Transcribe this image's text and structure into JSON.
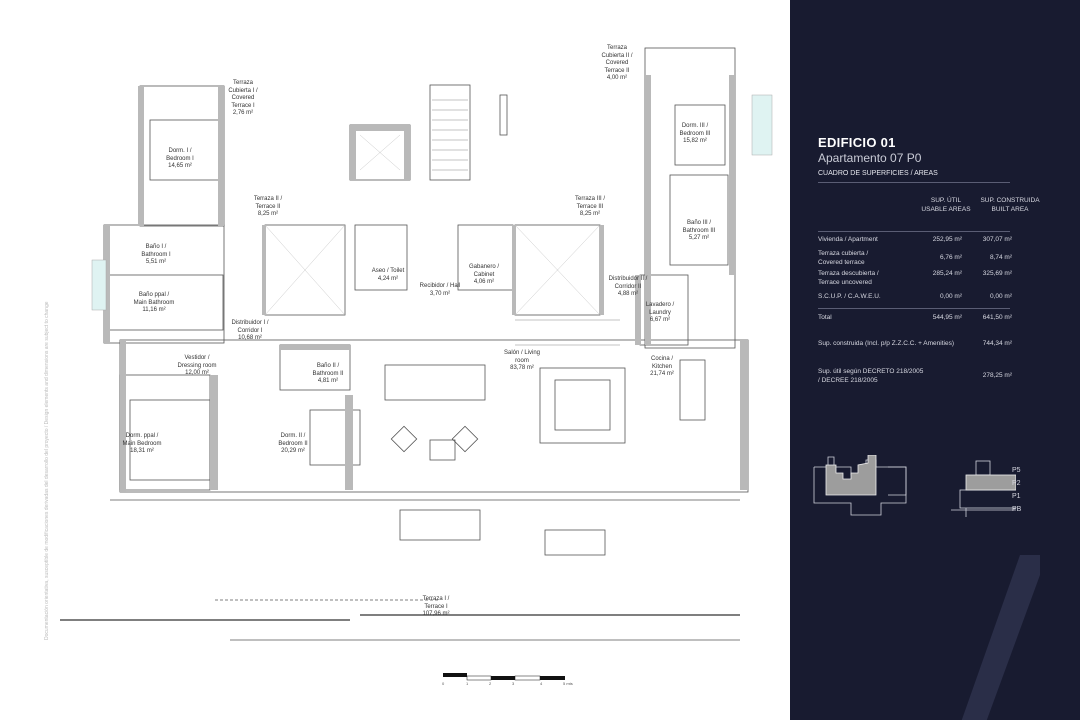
{
  "side_note": "Documentación orientativa, susceptible de modificaciones derivadas del desarrollo del proyecto / Design elements and dimensions are subject to change",
  "rooms": {
    "terraza_cubierta_1": [
      "Terraza",
      "Cubierta I /",
      "Covered",
      "Terrace I",
      "2,76 m²"
    ],
    "dorm_1": [
      "Dorm. I /",
      "Bedroom I",
      "14,65 m²"
    ],
    "terraza_2": [
      "Terraza II /",
      "Terrace II",
      "8,25 m²"
    ],
    "bano_1": [
      "Baño I /",
      "Bathroom I",
      "5,51 m²"
    ],
    "bano_ppal": [
      "Baño ppal /",
      "Main Bathroom",
      "11,16 m²"
    ],
    "distribuidor_1": [
      "Distribuidor I /",
      "Corridor I",
      "10,68 m²"
    ],
    "vestidor": [
      "Vestidor /",
      "Dressing room",
      "12,00 m²"
    ],
    "bano_2": [
      "Baño II /",
      "Bathroom II",
      "4,81 m²"
    ],
    "dorm_ppal": [
      "Dorm. ppal /",
      "Main Bedroom",
      "18,31 m²"
    ],
    "dorm_2": [
      "Dorm. II /",
      "Bedroom II",
      "20,29 m²"
    ],
    "aseo": [
      "Aseo / Toilet",
      "4,24 m²"
    ],
    "recibidor": [
      "Recibidor / Hall",
      "3,70 m²"
    ],
    "gabanero": [
      "Gabanero /",
      "Cabinet",
      "4,06 m²"
    ],
    "salon": [
      "Salón / Living",
      "room",
      "83,78 m²"
    ],
    "terraza_3": [
      "Terraza III /",
      "Terrace III",
      "8,25 m²"
    ],
    "distribuidor_2": [
      "Distribuidor II /",
      "Corridor II",
      "4,88 m²"
    ],
    "bano_3": [
      "Baño III /",
      "Bathroom III",
      "5,27 m²"
    ],
    "dorm_3": [
      "Dorm. III /",
      "Bedroom III",
      "15,82 m²"
    ],
    "terraza_cubierta_2": [
      "Terraza",
      "Cubierta II /",
      "Covered",
      "Terrace II",
      "4,00 m²"
    ],
    "lavadero": [
      "Lavadero /",
      "Laundry",
      "6,67 m²"
    ],
    "cocina": [
      "Cocina /",
      "Kitchen",
      "21,74 m²"
    ],
    "terraza_1": [
      "Terraza I /",
      "Terrace I",
      "107,96 m²"
    ]
  },
  "scale_bar": {
    "ticks": [
      "0",
      "1",
      "2",
      "3",
      "4",
      "5 mts"
    ]
  },
  "panel": {
    "title": "EDIFICIO 01",
    "subtitle": "Apartamento 07 P0",
    "caption": "CUADRO DE SUPERFICIES / AREAS",
    "col1": [
      "SUP. ÚTIL",
      "USABLE AREAS"
    ],
    "col2": [
      "SUP. CONSTRUIDA",
      "BUILT AREA"
    ],
    "rows": [
      {
        "label": [
          "Vivienda / Apartment"
        ],
        "usable": "252,95 m²",
        "built": "307,07 m²"
      },
      {
        "label": [
          "Terraza cubierta /",
          "Covered terrace"
        ],
        "usable": "6,76 m²",
        "built": "8,74 m²"
      },
      {
        "label": [
          "Terraza descubierta /",
          "Terrace uncovered"
        ],
        "usable": "285,24 m²",
        "built": "325,69 m²"
      },
      {
        "label": [
          "S.C.U.P. / C.A.W.E.U."
        ],
        "usable": "0,00 m²",
        "built": "0,00 m²"
      }
    ],
    "total": {
      "label": "Total",
      "usable": "544,95 m²",
      "built": "641,50 m²"
    },
    "sup_construida": {
      "label": "Sup. construida (Incl. p/p Z.Z.C.C. + Amenities)",
      "value": "744,34 m²"
    },
    "sup_util_decreto": {
      "label": [
        "Sup. útil según DECRETO 218/2005",
        "/ DECREE 218/2005"
      ],
      "value": "278,25 m²"
    },
    "levels": [
      "P5",
      "P2",
      "P1",
      "PB"
    ]
  },
  "colors": {
    "panel_bg": "#181b30",
    "wall": "#b9b9b9",
    "glass": "#dff3f2"
  }
}
